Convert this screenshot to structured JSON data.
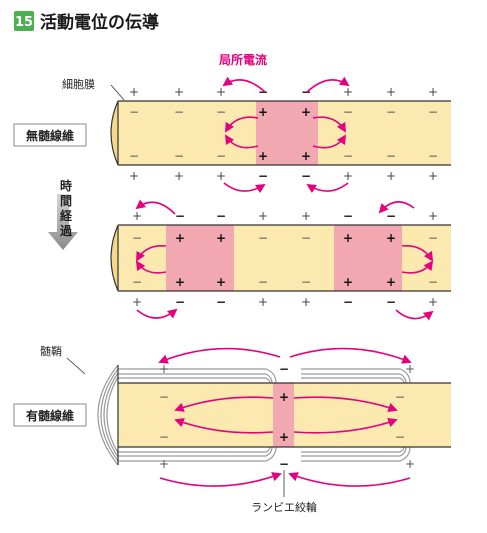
{
  "figure": {
    "number": "15",
    "title": "活動電位の伝導"
  },
  "labels": {
    "local_current": "局所電流",
    "cell_membrane": "細胞膜",
    "unmyelinated": "無髄線維",
    "time_passage": [
      "時",
      "間",
      "経",
      "過"
    ],
    "myelin_sheath": "髄鞘",
    "myelinated": "有髄線維",
    "node_of_ranvier": "ランビエ絞輪"
  },
  "signs": {
    "plus": "+",
    "minus": "−"
  },
  "colors": {
    "number_badge": "#4caf50",
    "title_text": "#1a1a1a",
    "accent_magenta": "#e5007f",
    "axon_fill": "#fbe9b0",
    "axon_edge_cap": "#f5d98a",
    "active_region": "#f2a8b0",
    "arrow_gray": "#8a8a8a",
    "outline": "#333333",
    "myelin": "#a0a0a0"
  }
}
